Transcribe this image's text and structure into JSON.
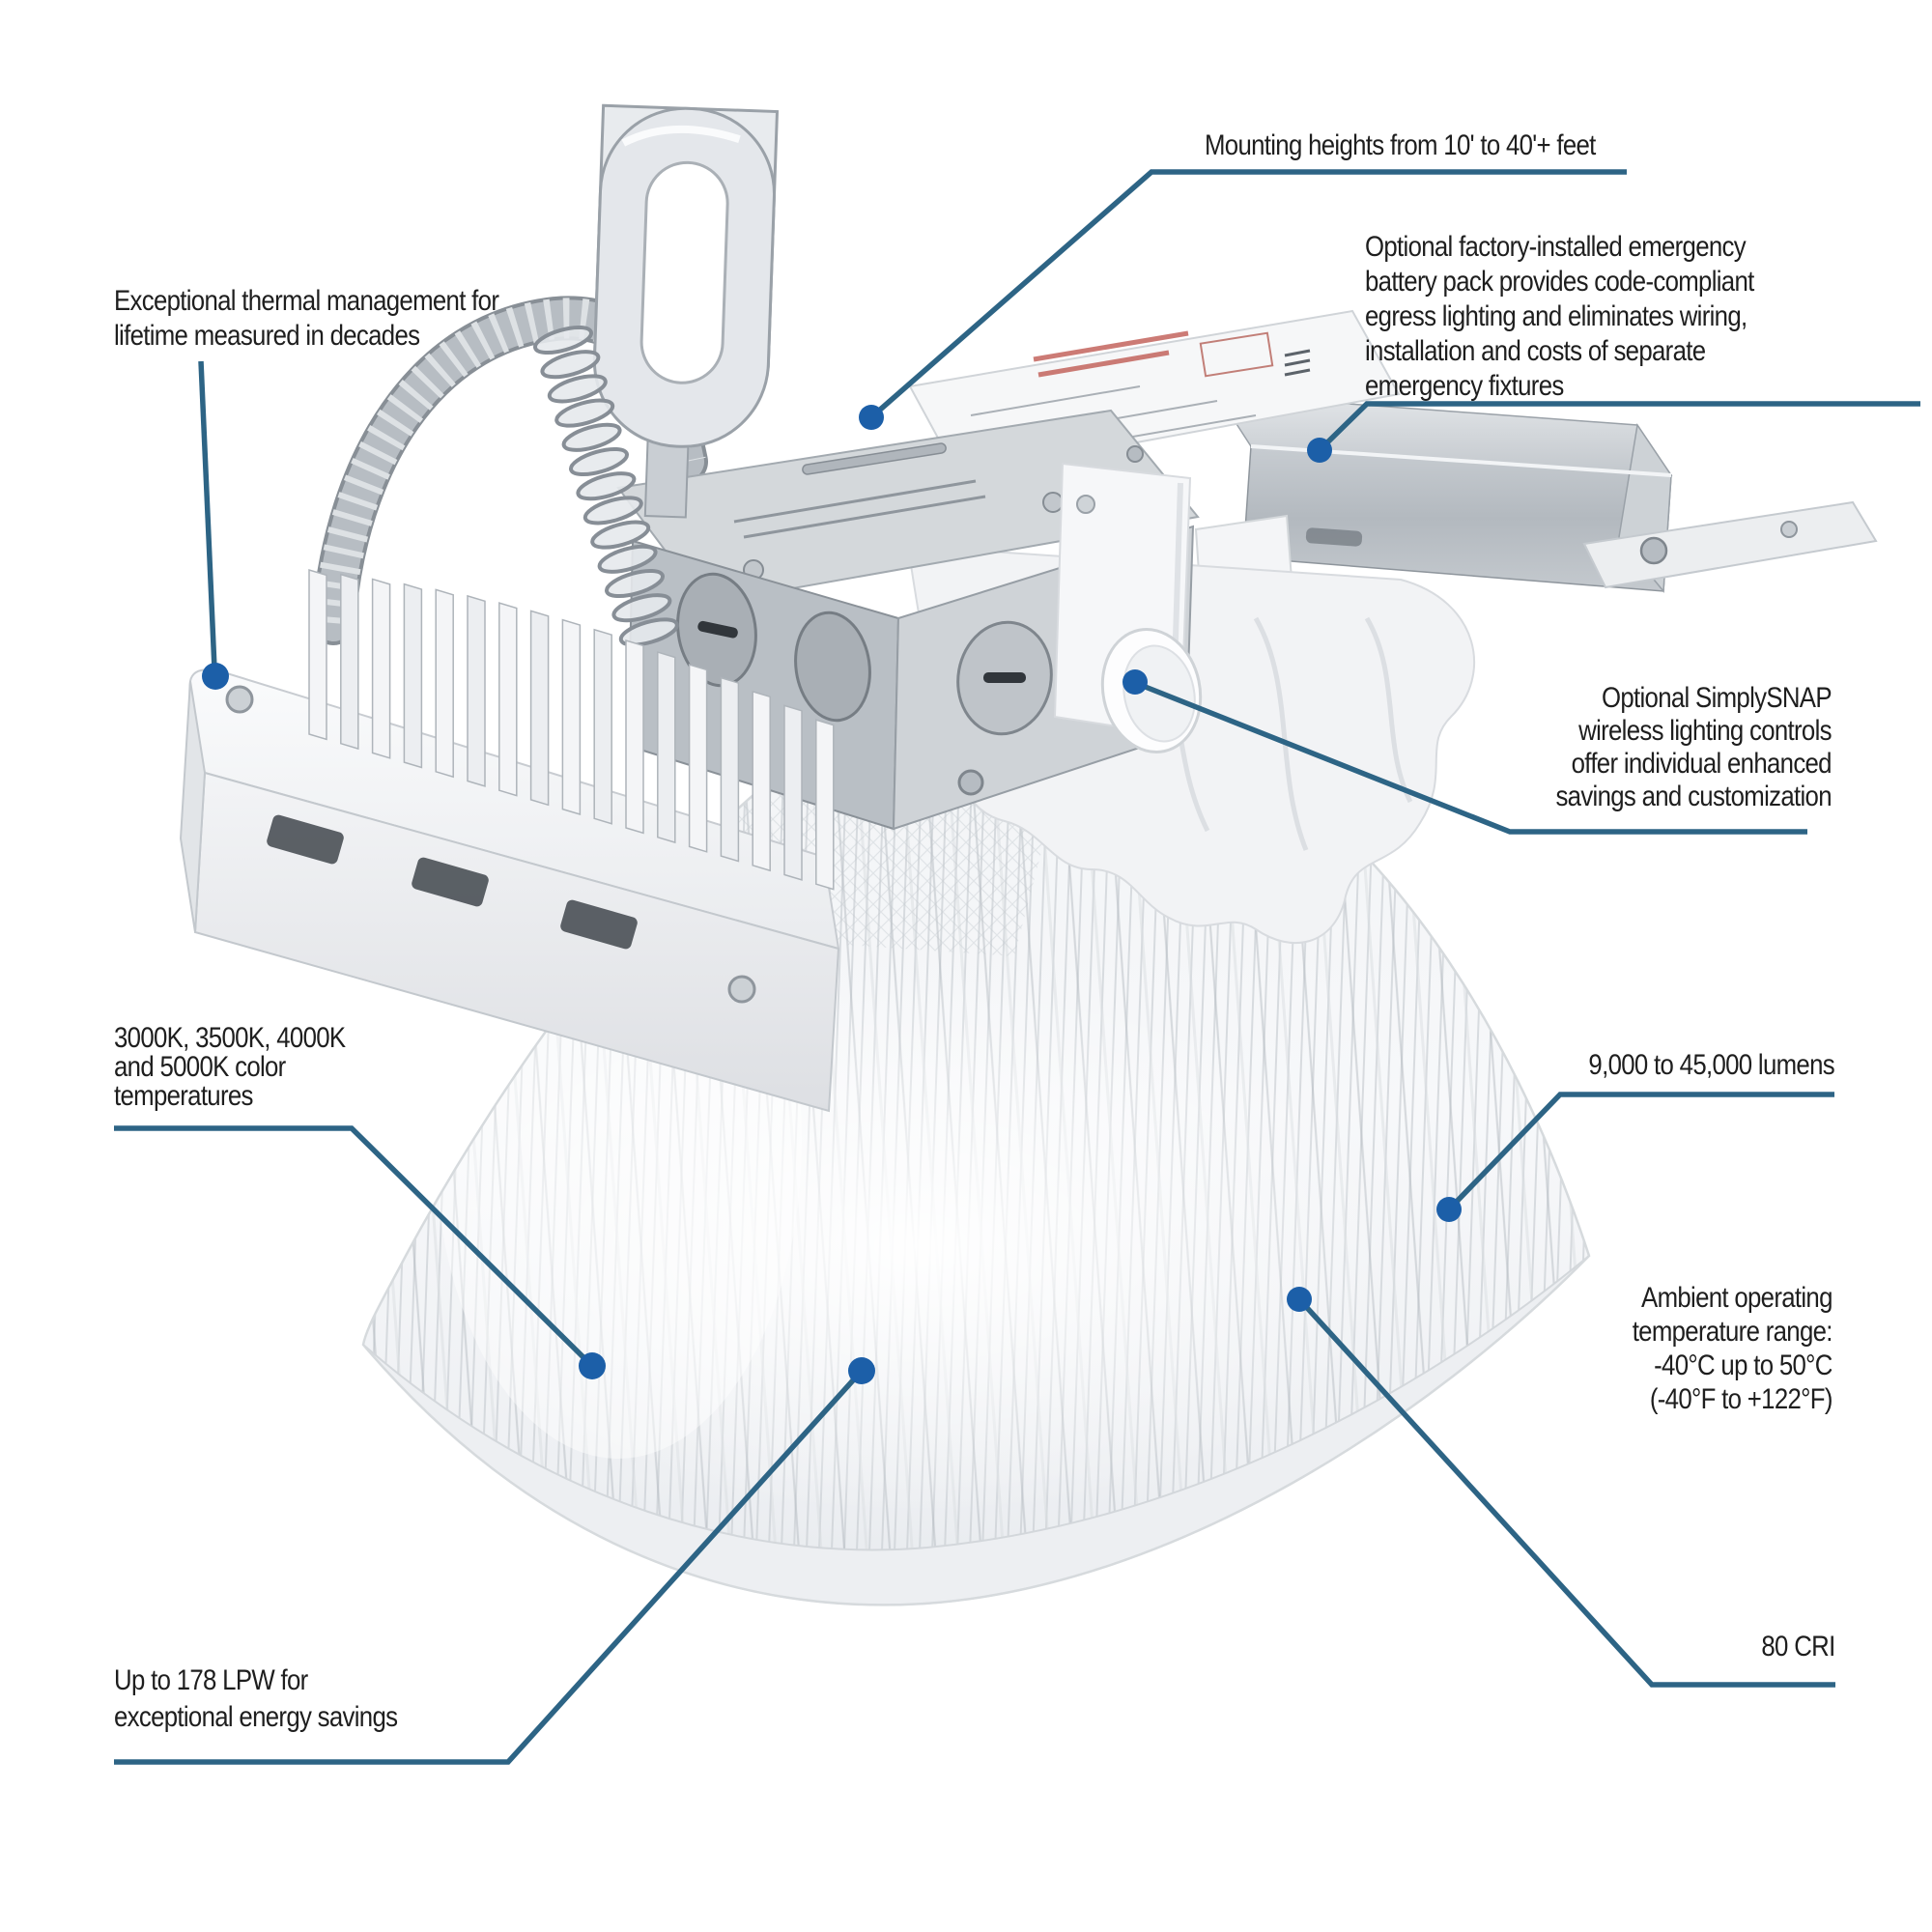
{
  "title": "LED round high bay luminaire - feature callout diagram",
  "colors": {
    "background": "#ffffff",
    "text": "#1e1e1e",
    "leader_line": "#2d6485",
    "dot": "#1c5fa8"
  },
  "callouts": {
    "mounting": {
      "lines": [
        "Mounting heights from 10' to 40'+ feet"
      ]
    },
    "battery": {
      "lines": [
        "Optional factory-installed emergency",
        "battery pack provides code-compliant",
        "egress lighting and eliminates wiring,",
        "installation and costs of separate",
        "emergency fixtures"
      ]
    },
    "thermal": {
      "lines": [
        "Exceptional thermal management for",
        "lifetime measured in decades"
      ]
    },
    "controls": {
      "lines": [
        "Optional SimplySNAP",
        "wireless lighting controls",
        "offer individual enhanced",
        "savings and customization"
      ]
    },
    "color_temps": {
      "lines": [
        "3000K, 3500K, 4000K",
        "and 5000K color",
        "temperatures"
      ]
    },
    "lumens": {
      "lines": [
        "9,000 to 45,000 lumens"
      ]
    },
    "ambient": {
      "lines": [
        "Ambient operating",
        "temperature range:",
        "-40°C up to 50°C",
        "(-40°F to +122°F)"
      ]
    },
    "efficacy": {
      "lines": [
        "Up to 178 LPW for",
        "exceptional energy savings"
      ]
    },
    "cri": {
      "lines": [
        "80 CRI"
      ]
    }
  }
}
